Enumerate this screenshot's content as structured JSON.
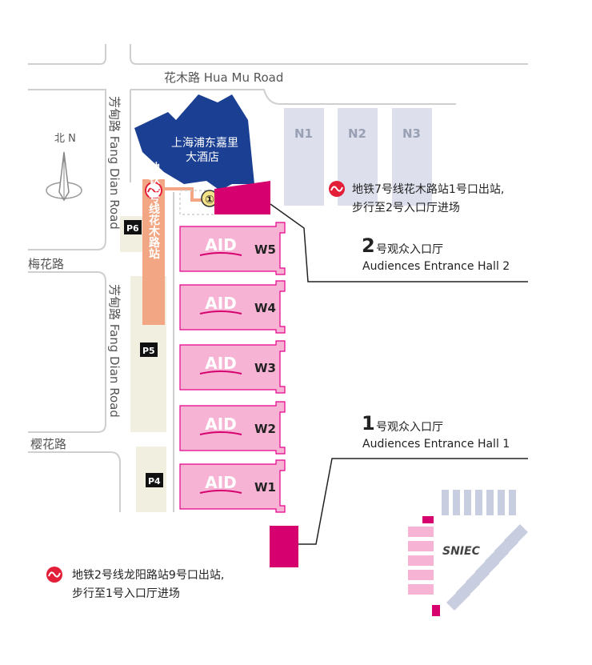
{
  "roads": {
    "hua_mu": "花木路 Hua Mu Road",
    "fang_dian_upper": "芳甸路 Fang Dian Road",
    "fang_dian_lower": "芳甸路 Fang Dian Road",
    "mei_hua": "梅花路",
    "ying_hua": "樱花路"
  },
  "compass": {
    "label": "北 N"
  },
  "hotel": {
    "line1": "上海浦东嘉里",
    "line2": "大酒店"
  },
  "halls_north": [
    "N1",
    "N2",
    "N3"
  ],
  "halls_west": [
    {
      "id": "W5",
      "logo": "AID"
    },
    {
      "id": "W4",
      "logo": "AID"
    },
    {
      "id": "W3",
      "logo": "AID"
    },
    {
      "id": "W2",
      "logo": "AID"
    },
    {
      "id": "W1",
      "logo": "AID"
    }
  ],
  "parking": [
    "P6",
    "P5",
    "P4"
  ],
  "metro_station": {
    "label": "地铁7号线花木路站"
  },
  "exit_marker": "①",
  "metro_note_7": {
    "line1": "地铁7号线花木路站1号口出站,",
    "line2": "步行至2号入口厅进场"
  },
  "entrance2": {
    "number": "2",
    "title": "号观众入口厅",
    "subtitle": "Audiences Entrance Hall 2"
  },
  "entrance1": {
    "number": "1",
    "title": "号观众入口厅",
    "subtitle": "Audiences Entrance Hall 1"
  },
  "metro_note_2": {
    "line1": "地铁2号线龙阳路站9号口出站,",
    "line2": "步行至1号入口厅进场"
  },
  "sniec": {
    "label": "SNIEC"
  },
  "colors": {
    "road": "#cfcfcf",
    "hall_pink": "#f6b3d3",
    "hall_border": "#e6008a",
    "magenta": "#d6006f",
    "hotel_blue": "#1b3f93",
    "metro_orange": "#f2a683",
    "metro_red": "#e21e38",
    "parking_beige": "#f1efdf",
    "north_hall": "#dde0ec"
  }
}
